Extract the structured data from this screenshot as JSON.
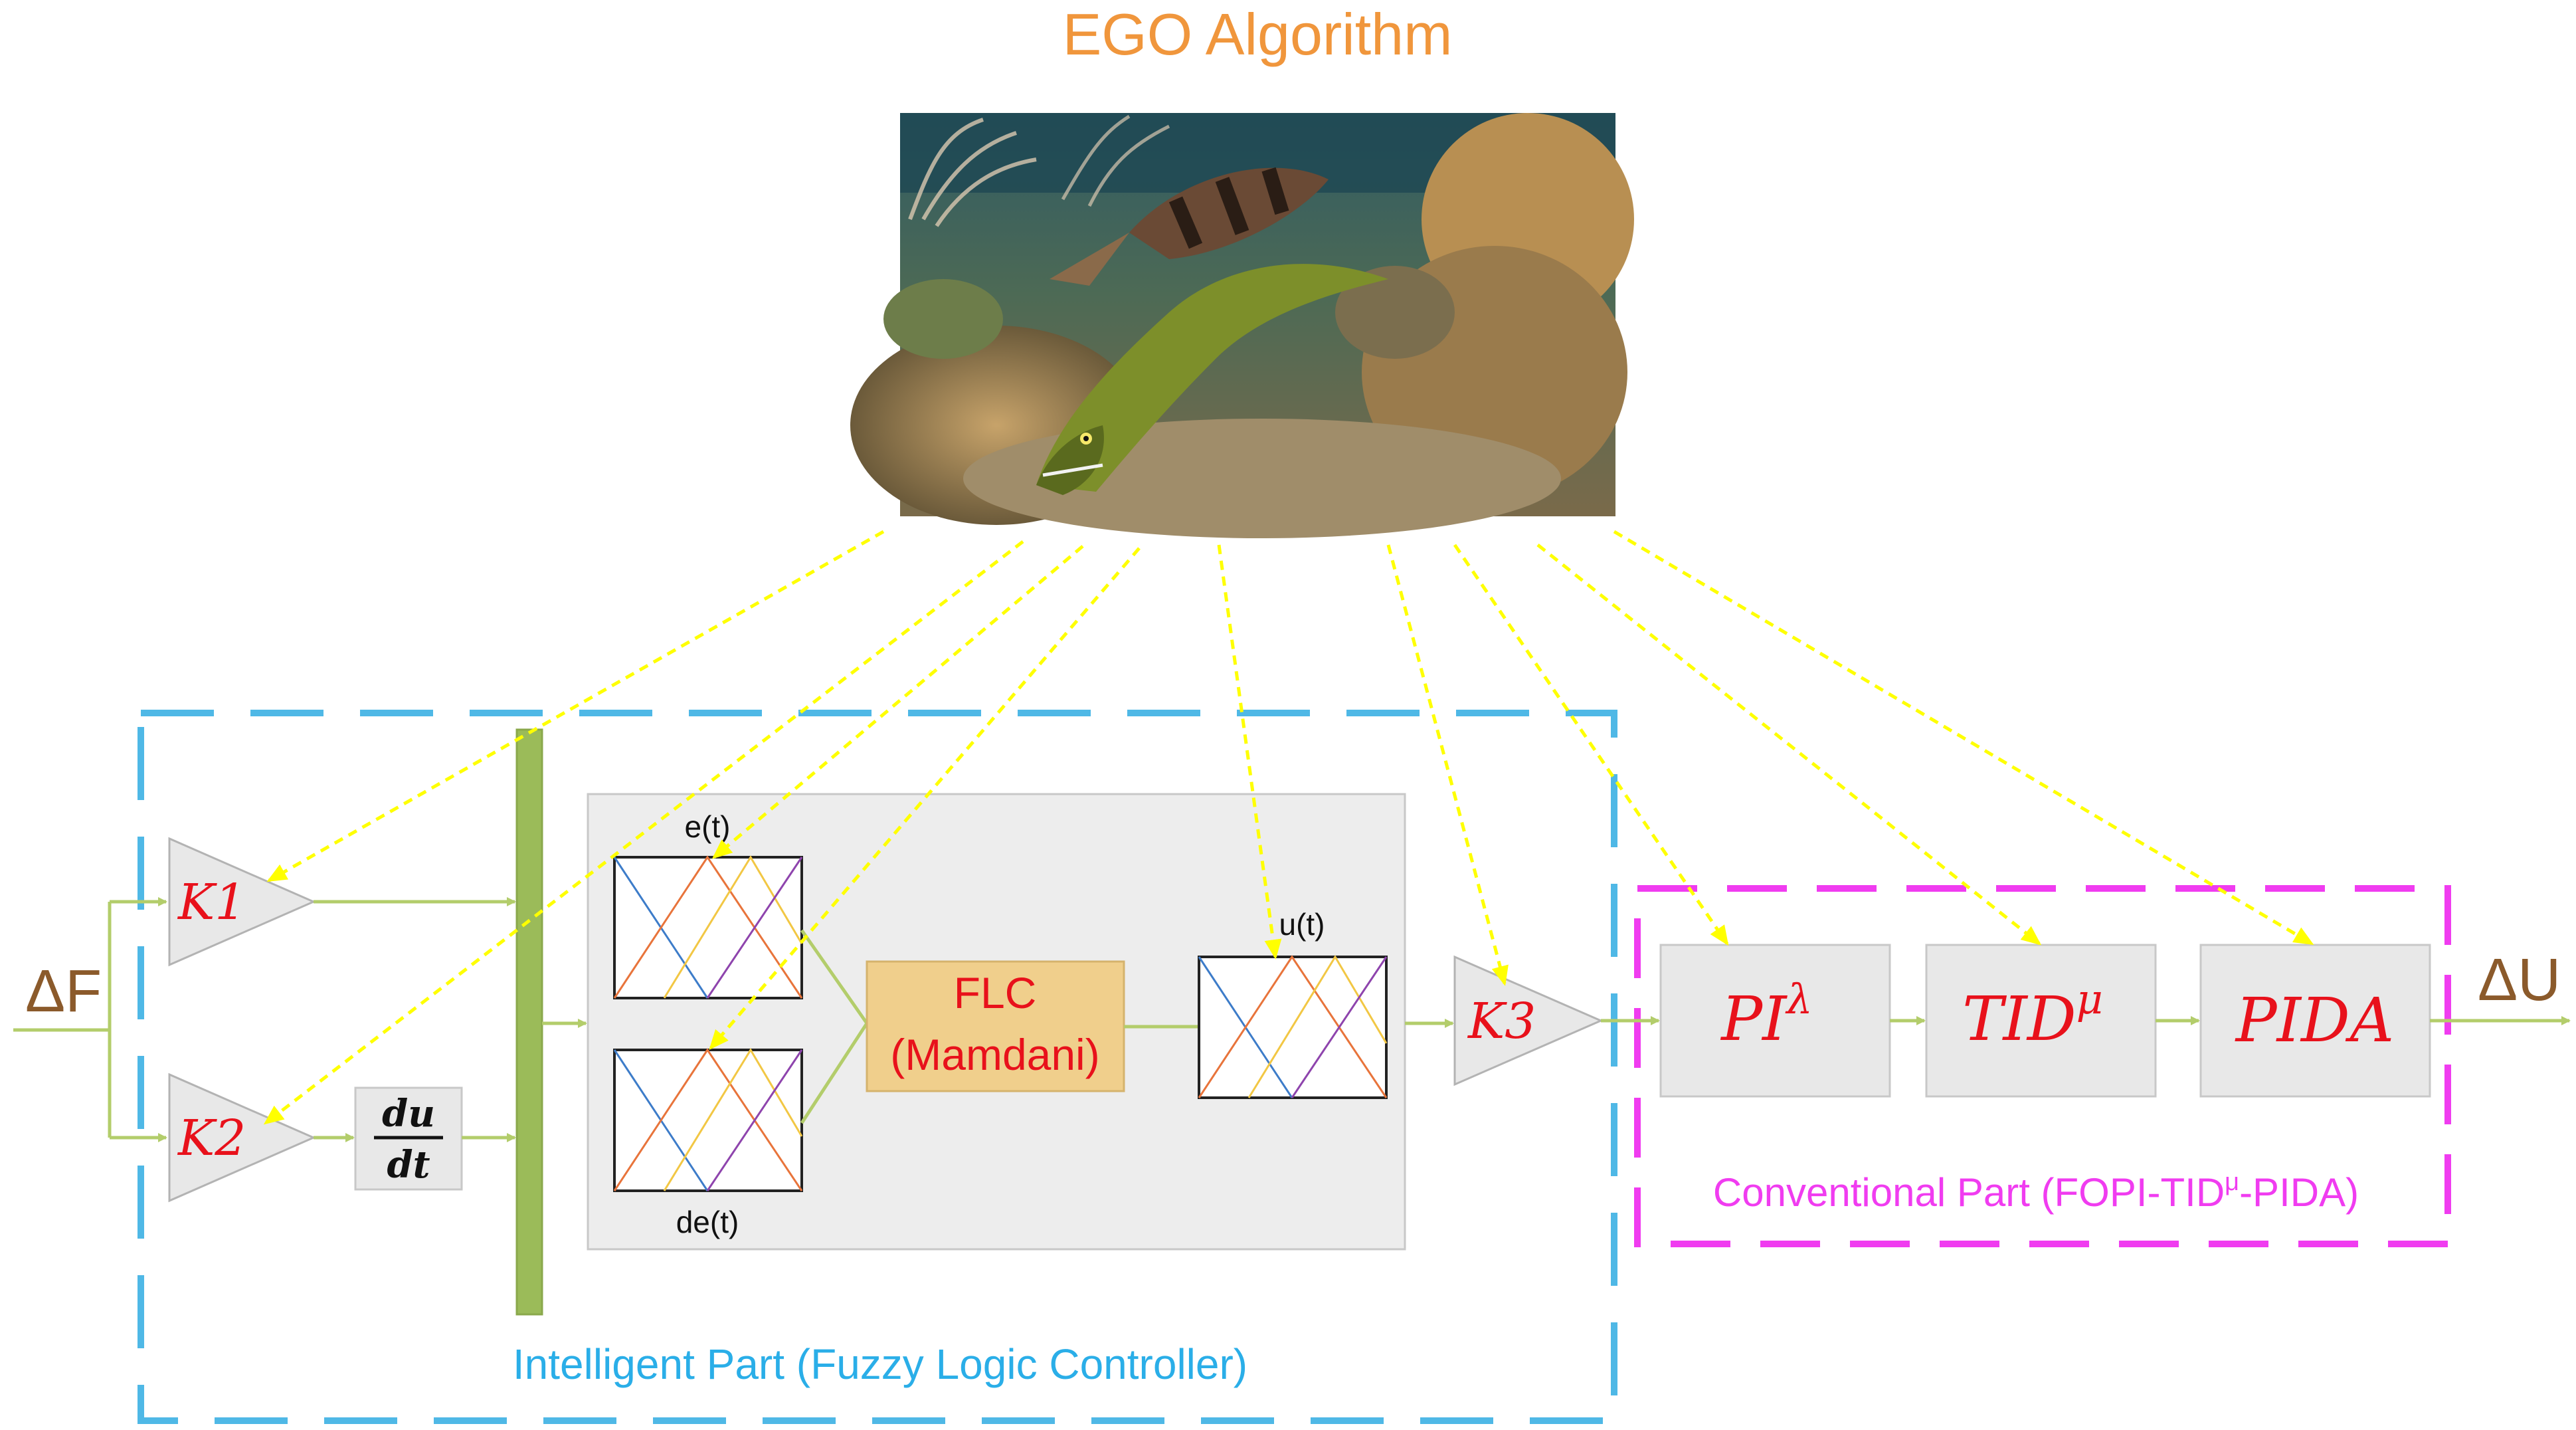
{
  "title": "EGO Algorithm",
  "input_label": "ΔF",
  "output_label": "ΔU",
  "gains": {
    "k1": "K1",
    "k2": "K2",
    "k3": "K3"
  },
  "derivative": {
    "numerator": "du",
    "denominator": "dt"
  },
  "fuzzy": {
    "membership_e": "e(t)",
    "membership_de": "de(t)",
    "membership_u": "u(t)",
    "flc_line1": "FLC",
    "flc_line2": "(Mamdani)"
  },
  "conventional": {
    "pi_base": "PI",
    "pi_exp": "λ",
    "tid_base": "TID",
    "tid_exp": "μ",
    "pida": "PIDA"
  },
  "intelligent_caption": "Intelligent Part (Fuzzy Logic Controller)",
  "conventional_caption_prefix": "Conventional Part (FOPI-TID",
  "conventional_caption_sup": "μ",
  "conventional_caption_suffix": "-PIDA)",
  "colors": {
    "title": "#f0963c",
    "io_label": "#8b5a2b",
    "gain_text": "#e8111b",
    "block_text": "#e8111b",
    "flc_text": "#e8111b",
    "flc_fill": "#f0cf8c",
    "signal_line": "#b3cd6b",
    "mux_bar": "#9bbb59",
    "yellow_arrows": "#ffff00",
    "intelligent_border": "#4fb8e6",
    "conventional_border": "#f03cf0",
    "block_fill": "#e8e8e8",
    "mf_blue": "#3d7cc9",
    "mf_orange": "#e8743b",
    "mf_yellow": "#f2c744",
    "mf_purple": "#8e44ad"
  },
  "image_description_icon": "underwater-eel-photo"
}
